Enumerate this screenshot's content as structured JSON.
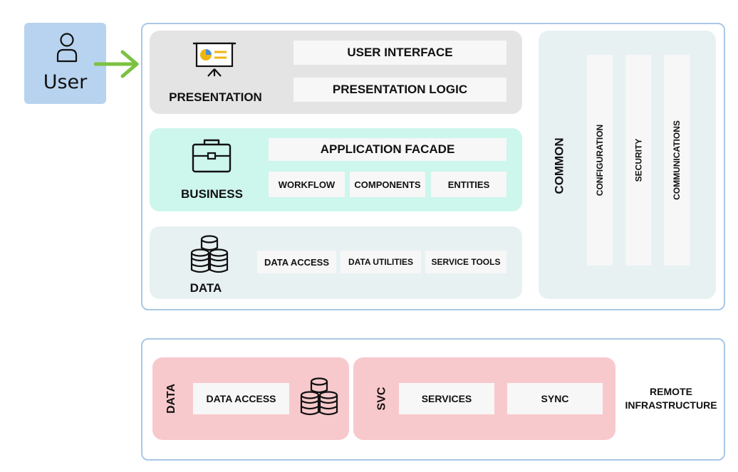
{
  "user": {
    "label": "User"
  },
  "colors": {
    "user_box": "#b7d3ef",
    "outer_border": "#a9c8e6",
    "presentation_bg": "#e4e4e4",
    "business_bg": "#cdf6ec",
    "data_bg": "#e8f1f2",
    "common_bg": "#e8f1f2",
    "remote_bg": "#f8c9cc",
    "arrow": "#7cc242",
    "inner_box": "#f7f7f7"
  },
  "presentation": {
    "title": "PRESENTATION",
    "icon": "presentation-board-icon",
    "items": [
      "USER INTERFACE",
      "PRESENTATION LOGIC"
    ]
  },
  "business": {
    "title": "BUSINESS",
    "icon": "briefcase-icon",
    "facade": "APPLICATION FACADE",
    "items": [
      "WORKFLOW",
      "COMPONENTS",
      "ENTITIES"
    ]
  },
  "data": {
    "title": "DATA",
    "icon": "database-stack-icon",
    "items": [
      "DATA ACCESS",
      "DATA UTILITIES",
      "SERVICE TOOLS"
    ]
  },
  "common": {
    "title": "COMMON",
    "items": [
      "CONFIGURATION",
      "SECURITY",
      "COMMUNICATIONS"
    ]
  },
  "remote": {
    "title_line1": "REMOTE",
    "title_line2": "INFRASTRUCTURE",
    "data_block": {
      "title": "DATA",
      "item": "DATA ACCESS",
      "icon": "database-stack-icon"
    },
    "svc_block": {
      "title": "SVC",
      "items": [
        "SERVICES",
        "SYNC"
      ]
    }
  }
}
